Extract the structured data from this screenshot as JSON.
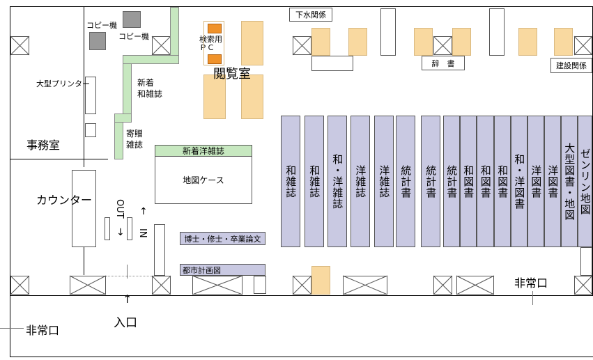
{
  "rooms": {
    "office": "事務室",
    "counter": "カウンター",
    "reading_room": "閲覧室",
    "entrance": "入口",
    "emergency_exit_right": "非常口",
    "emergency_exit_left": "非常口"
  },
  "equipment": {
    "copier1": "コピー機",
    "copier2": "コピー機",
    "large_printer": "大型プリンター",
    "search_pc": "検索用\nＰＣ",
    "map_case": "地図ケース"
  },
  "sections": {
    "new_jp_magazines": "新着\n和雑誌",
    "donated_magazines": "寄贈\n雑誌",
    "new_foreign_magazines": "新着洋雑誌",
    "theses": "博士・修士・卒業論文",
    "city_plans": "都市計画図",
    "sewerage": "下水関係",
    "dictionaries": "辞　書",
    "construction": "建設関係"
  },
  "flow": {
    "out": "OUT",
    "in": "IN"
  },
  "shelves": [
    "和雑誌",
    "和雑誌",
    "和・洋雑誌",
    "洋雑誌",
    "洋雑誌",
    "統計書",
    "統計書",
    "統計書",
    "和図書",
    "和図書",
    "和図書",
    "和・洋図書",
    "洋図書",
    "洋図書",
    "大型図書・地図",
    "ゼンリン地図"
  ]
}
